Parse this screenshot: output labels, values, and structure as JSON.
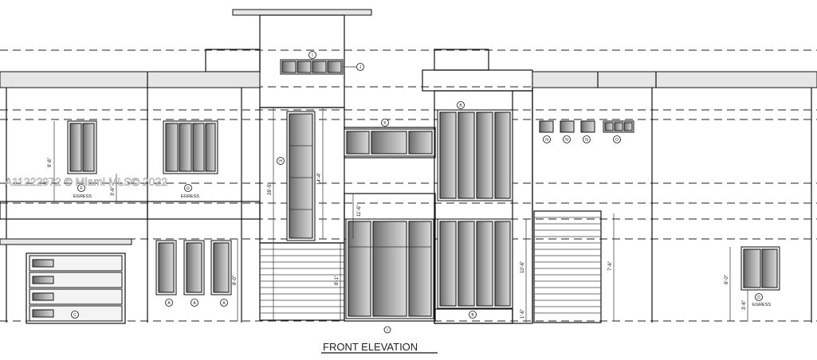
{
  "drawing": {
    "title": "FRONT ELEVATION",
    "watermark": "A11222972 © Miami MLS© 2022",
    "tags": {
      "I_top": "I",
      "J": "J",
      "K": "K",
      "B_top": "B",
      "B_bottom": "B",
      "H": "H",
      "F": "F",
      "G": "G",
      "N1": "N",
      "N2": "N",
      "N3": "N",
      "O": "O",
      "A1": "A",
      "A2": "A",
      "A3": "A",
      "C": "C",
      "D": "D",
      "I_bottom": "I"
    },
    "notes": {
      "egress_f": "EGRESS",
      "egress_g": "EGRESS",
      "egress_d": "EGRESS"
    },
    "dimensions": {
      "d1": "9'-6\"",
      "d2": "3'-6\"",
      "d3": "28'-5\"",
      "d4": "14'-4\"",
      "d5": "11'-6\"",
      "d6": "8'-0\"",
      "d7": "8'-1\"",
      "d8": "10'-6\"",
      "d9": "1'-6\"",
      "d10": "7'-6\"",
      "d11": "8'-0\"",
      "d12": "3'-6\""
    }
  }
}
